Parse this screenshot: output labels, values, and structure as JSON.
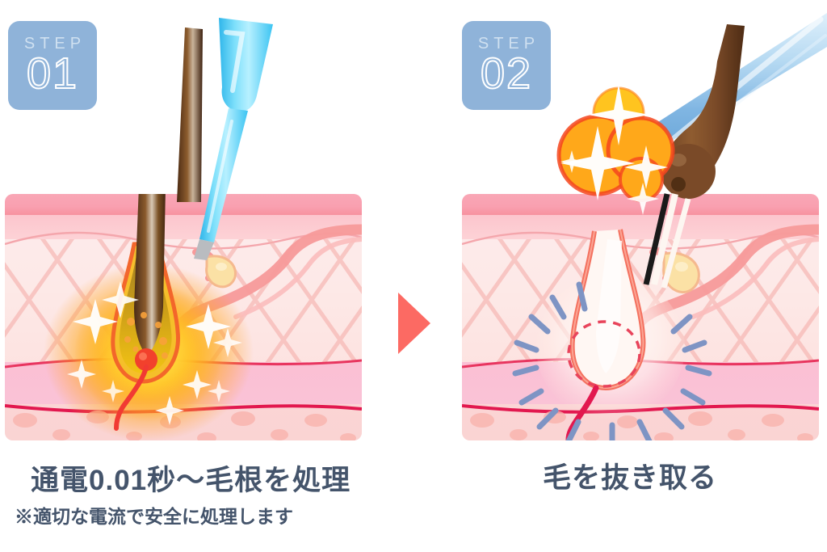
{
  "page": {
    "background": "#ffffff",
    "accent_blue": "#8fb3d9",
    "caption_color": "#44546b",
    "arrow_color": "#fc6a63"
  },
  "steps": [
    {
      "badge": {
        "word": "STEP",
        "number": "01"
      },
      "caption_main": "通電0.01秒〜毛根を処理",
      "caption_sub": "※適切な電流で安全に処理します",
      "illustration": {
        "name": "skin-cross-section-treatment",
        "layers": [
          "epidermis",
          "dermis",
          "deep-dermis",
          "subcutaneous"
        ],
        "elements": [
          "hair-shaft",
          "hair-follicle-glowing",
          "dermal-papilla",
          "sebaceous-gland",
          "blood-vessel",
          "probe-needle",
          "sparkle-burst"
        ],
        "probe_color": "#4ec8f5",
        "hair_color": "#6b4226",
        "glow_color": "#ffc41f",
        "papilla_color": "#f2412c"
      }
    },
    {
      "badge": {
        "word": "STEP",
        "number": "02"
      },
      "caption_main": "毛を抜き取る",
      "caption_sub": "",
      "illustration": {
        "name": "skin-cross-section-extraction",
        "layers": [
          "epidermis",
          "dermis",
          "deep-dermis",
          "subcutaneous"
        ],
        "elements": [
          "empty-follicle",
          "dashed-circle-marker",
          "radiating-lines",
          "sebaceous-gland",
          "blood-vessel",
          "tweezers",
          "extracted-hair",
          "sparkle-burst"
        ],
        "tweezer_color": "#9dc7ea",
        "hair_color": "#7a4a28",
        "ray_color": "#7e94c4",
        "dash_marker_color": "#e8445b"
      }
    }
  ],
  "arrow": {
    "label": "next-step-arrow",
    "direction": "right"
  }
}
